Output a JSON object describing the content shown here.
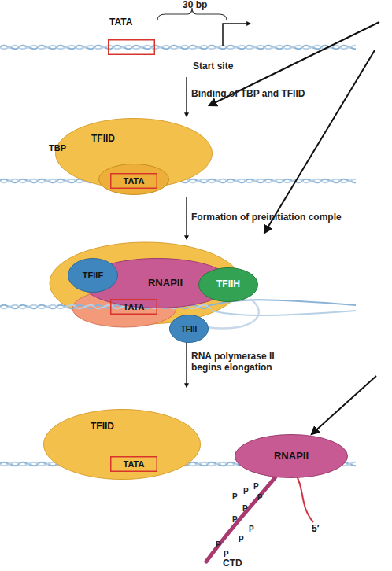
{
  "diagram": {
    "nodes": [
      {
        "text": [
          "TATA"
        ]
      },
      {
        "text": [
          "TFIID"
        ]
      },
      {
        "text": [
          "TBP"
        ],
        "in": 1
      },
      {
        "text": [
          "TATA"
        ],
        "in": 2
      },
      {
        "text": [
          "TFIIF"
        ]
      },
      {
        "text": [
          "RNAPII"
        ]
      },
      {
        "text": [
          "TFIIH"
        ]
      },
      {
        "text": [
          "TATA"
        ]
      },
      {
        "text": [
          "TFIII"
        ]
      },
      {
        "text": [
          "TFIID"
        ]
      },
      {
        "text": [
          "TATA"
        ],
        "in": 9
      },
      {
        "text": [
          "RNAPII"
        ]
      }
    ],
    "labels": [
      "30 bp",
      "Start site",
      "Binding of TBP and TFIID",
      "Formation of preinitiation comple",
      "RNA polymerase II begins elongation",
      "5′",
      "CTD",
      "P",
      "P",
      "P",
      "P",
      "P",
      "P",
      "P",
      "P",
      "P",
      "P"
    ]
  }
}
